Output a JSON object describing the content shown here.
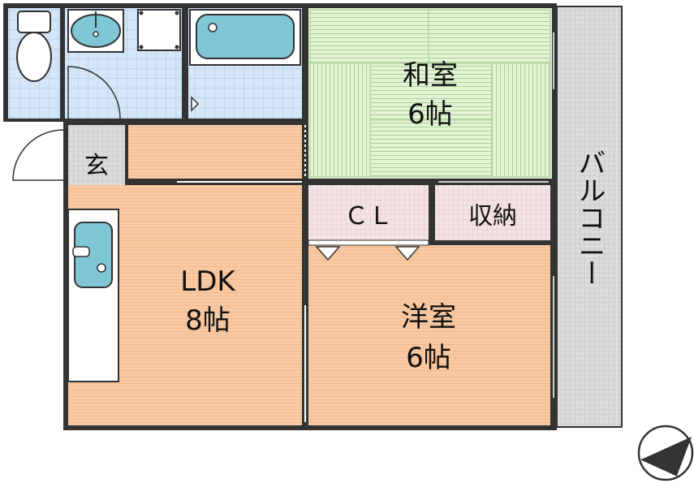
{
  "rooms": {
    "washitsu": {
      "name": "和室",
      "size": "6帖"
    },
    "ldk": {
      "name": "LDK",
      "size": "8帖"
    },
    "youshitsu": {
      "name": "洋室",
      "size": "6帖"
    },
    "closet": {
      "name": "ＣＬ"
    },
    "storage": {
      "name": "収納"
    },
    "entrance": {
      "name": "玄"
    },
    "balcony": {
      "name": "バルコニー"
    }
  },
  "colors": {
    "floor_wood": "#f8c9a2",
    "floor_wood_line": "#f2b98c",
    "tatami": "#d6ebc4",
    "tatami_line": "#9cc98a",
    "tile_blue": "#d4e6f7",
    "fixture_blue": "#7fc7d6",
    "closet_pink": "#f3dede",
    "balcony_gray": "#d9d9d9",
    "wall": "#333333"
  },
  "icons": [
    "toilet-icon",
    "washbasin-icon",
    "washing-machine-icon",
    "bathtub-icon",
    "kitchen-sink-icon",
    "compass-icon"
  ]
}
